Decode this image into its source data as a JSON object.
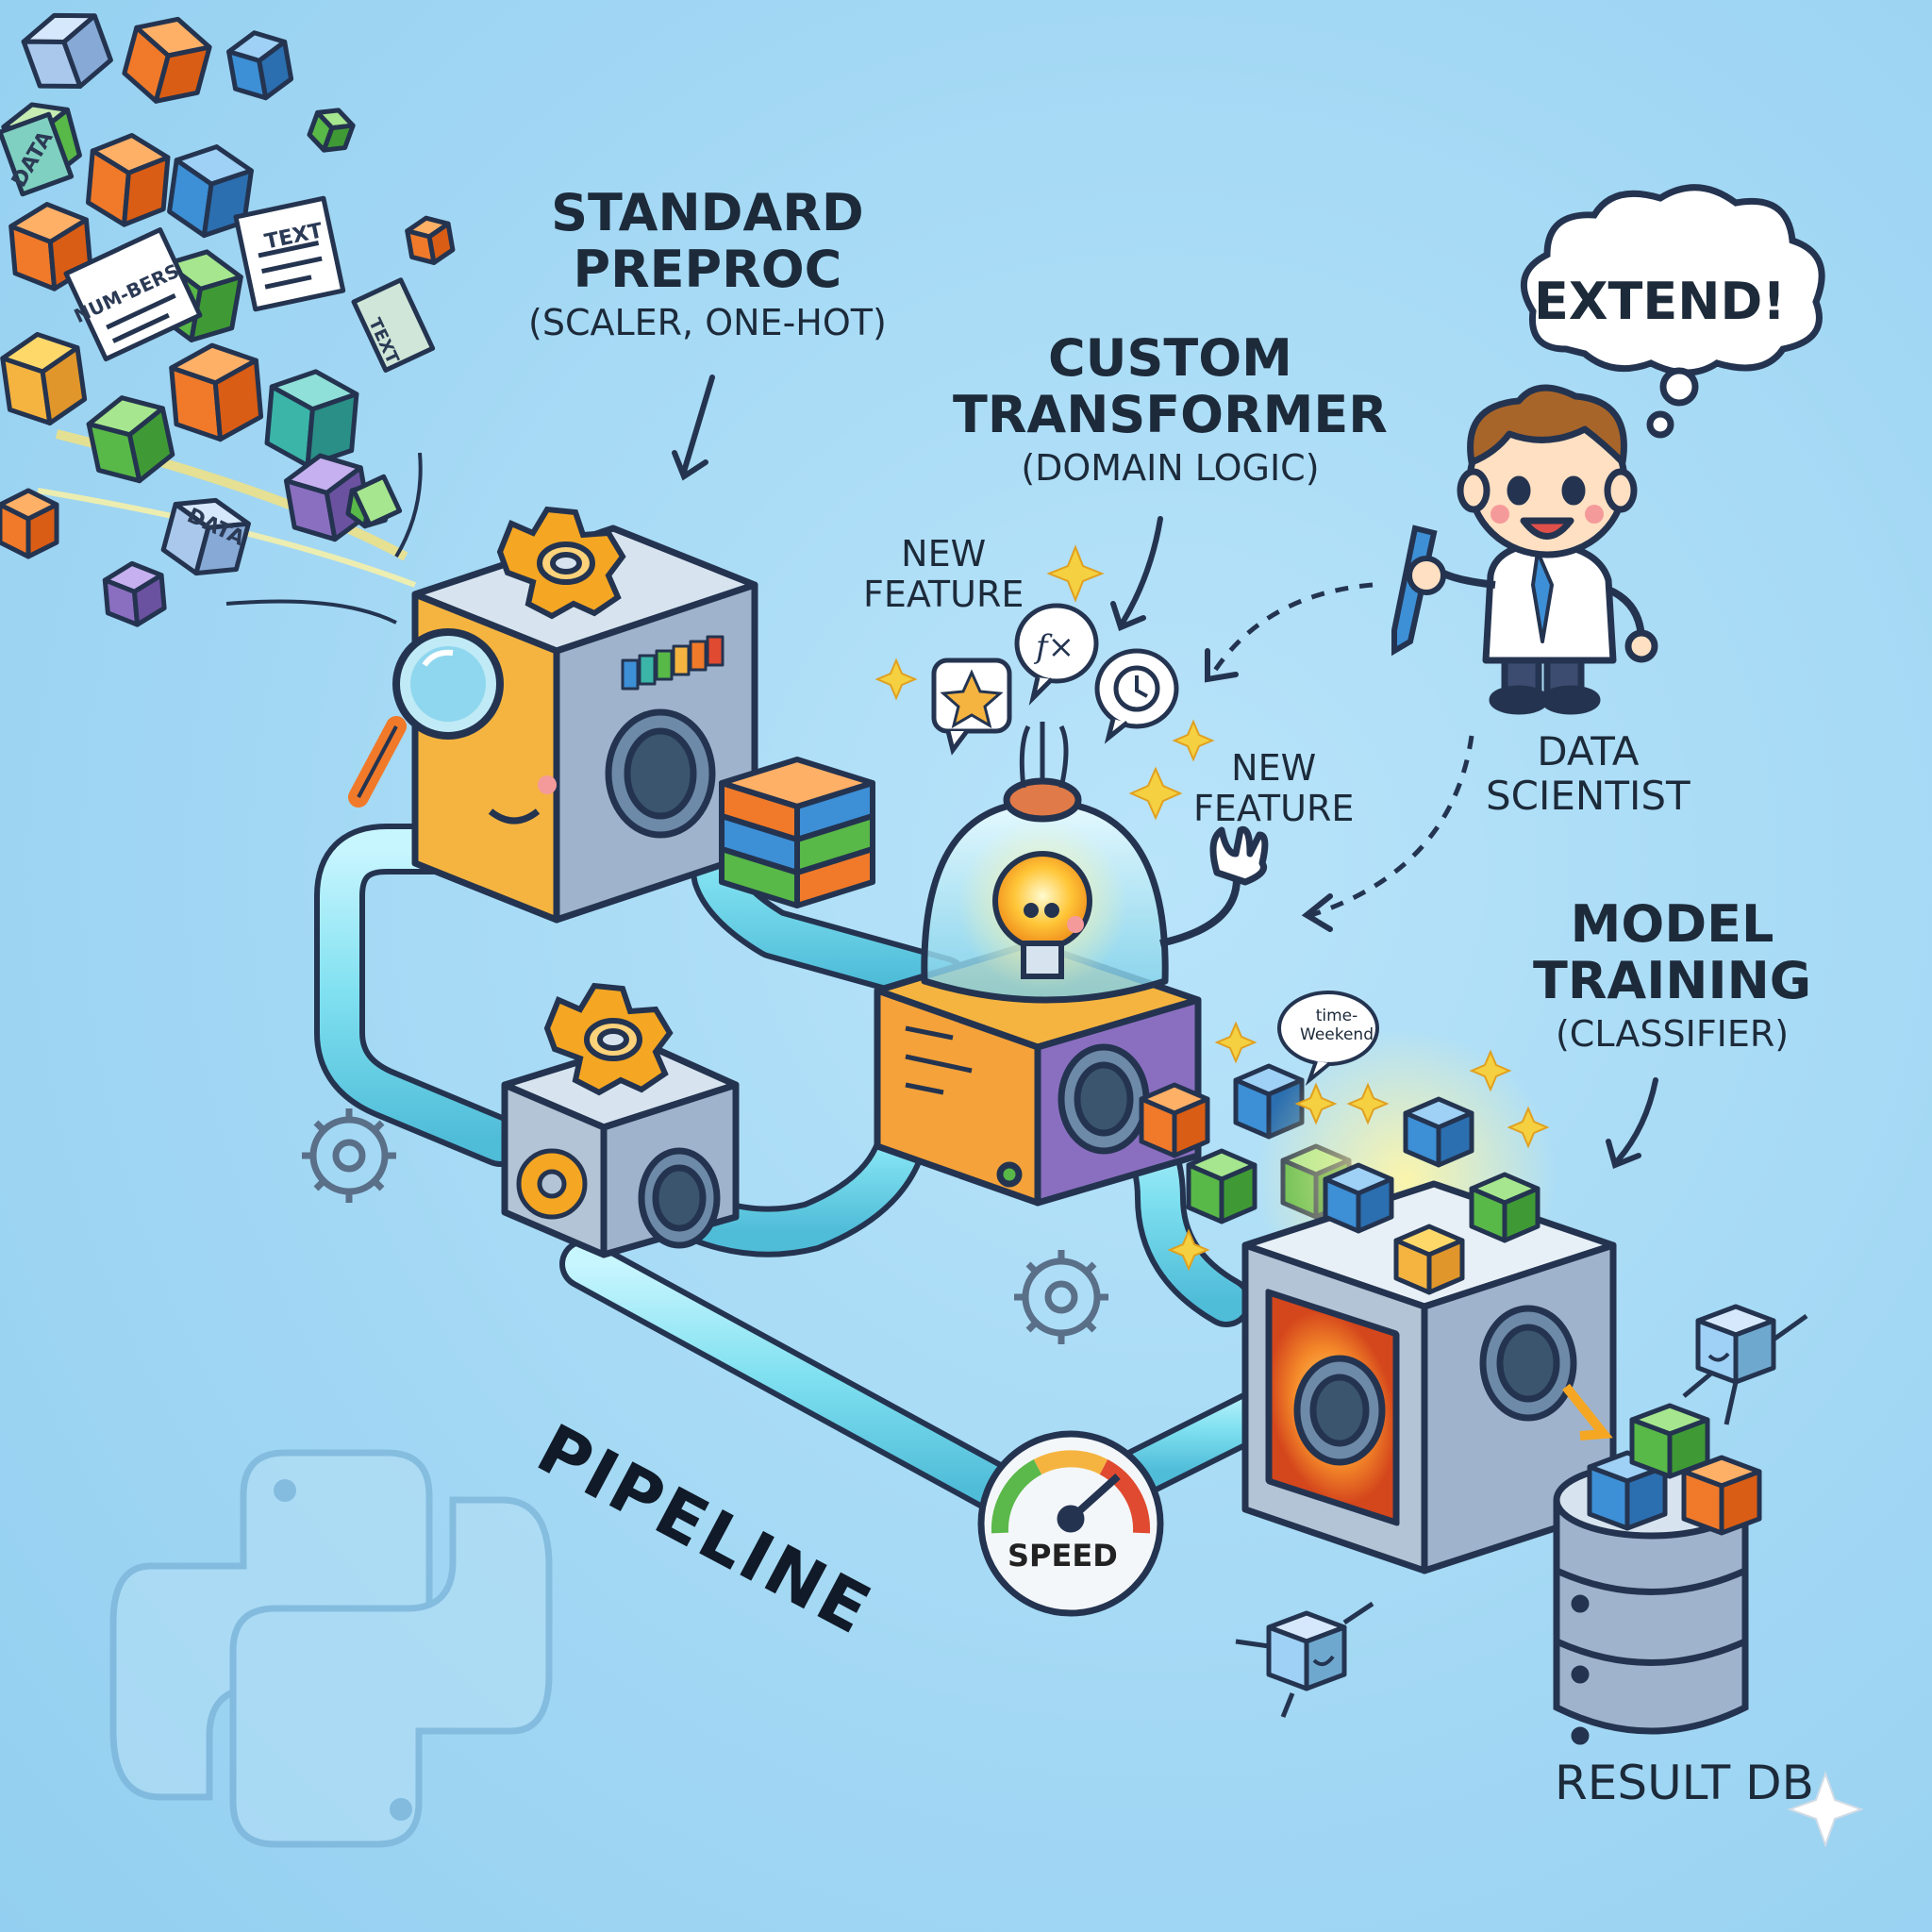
{
  "labels": {
    "preproc_title_1": "STANDARD",
    "preproc_title_2": "PREPROC",
    "preproc_sub": "(SCALER, ONE-HOT)",
    "custom_title_1": "CUSTOM",
    "custom_title_2": "TRANSFORMER",
    "custom_sub": "(DOMAIN LOGIC)",
    "new_feature_1_line1": "NEW",
    "new_feature_1_line2": "FEATURE",
    "new_feature_2_line1": "NEW",
    "new_feature_2_line2": "FEATURE",
    "scientist_1": "DATA",
    "scientist_2": "SCIENTIST",
    "model_title_1": "MODEL",
    "model_title_2": "TRAINING",
    "model_sub": "(CLASSIFIER)",
    "thought": "EXTEND!",
    "pipeline": "PIPELINE",
    "speed": "SPEED",
    "result_db": "RESULT DB",
    "feature_tag_1": "time-",
    "feature_tag_2": "Weekend",
    "bubble_fx": "f×"
  },
  "cube_labels": {
    "data": "DATA",
    "numbers": "NUM-BERS",
    "text": "TEXT"
  },
  "colors": {
    "background": "#a3d8f4",
    "pipe": "#7fe0f0",
    "machine_orange": "#f5b440",
    "machine_steel": "#9fb4cc",
    "cube_orange": "#f07a2a",
    "cube_green": "#58b848",
    "cube_blue": "#3d8fd6",
    "cube_teal": "#3bb5a8",
    "cube_purple": "#8a6fc0",
    "gauge_green": "#5bb84a",
    "gauge_red": "#e04a30"
  },
  "icons": [
    "gear-icon",
    "magnifier-icon",
    "lightbulb-icon",
    "star-icon",
    "clock-icon",
    "function-icon",
    "speed-gauge-icon",
    "database-icon",
    "python-logo-icon",
    "pencil-icon",
    "sparkle-icon"
  ]
}
